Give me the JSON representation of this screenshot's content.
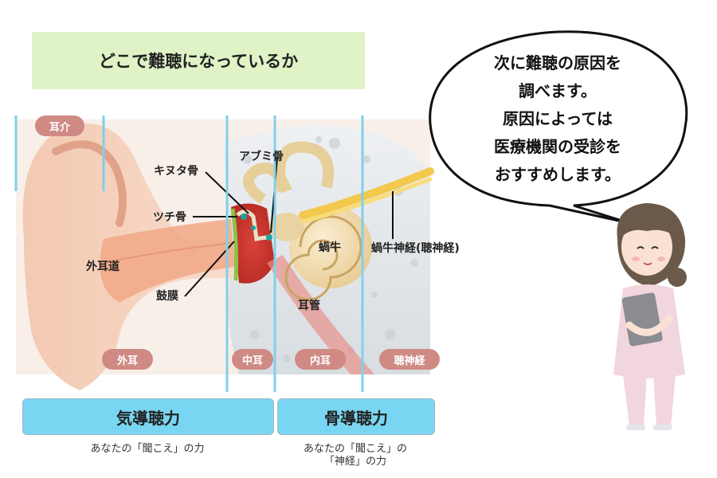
{
  "title": "どこで難聴になっているか",
  "speech_bubble": {
    "lines": [
      "次に難聴の原因を",
      "調べます。",
      "原因によっては",
      "医療機関の受診を",
      "おすすめします。"
    ]
  },
  "zone_pills": {
    "pinna": "耳介",
    "outer_ear": "外耳",
    "middle_ear": "中耳",
    "inner_ear": "内耳",
    "auditory_nerve": "聴神経"
  },
  "labels": {
    "incus": "キヌタ骨",
    "malleus": "ツチ骨",
    "stapes": "アブミ骨",
    "ear_canal": "外耳道",
    "eardrum": "鼓膜",
    "cochlea": "蝸牛",
    "cochlear_nerve": "蝸牛神経(聴神経)",
    "eustachian_tube": "耳管"
  },
  "hearing_boxes": {
    "air_conduction": "気導聴力",
    "bone_conduction": "骨導聴力"
  },
  "captions": {
    "air": "あなたの「聞こえ」の力",
    "bone_line1": "あなたの「聞こえ」の",
    "bone_line2": "「神経」の力"
  }
}
